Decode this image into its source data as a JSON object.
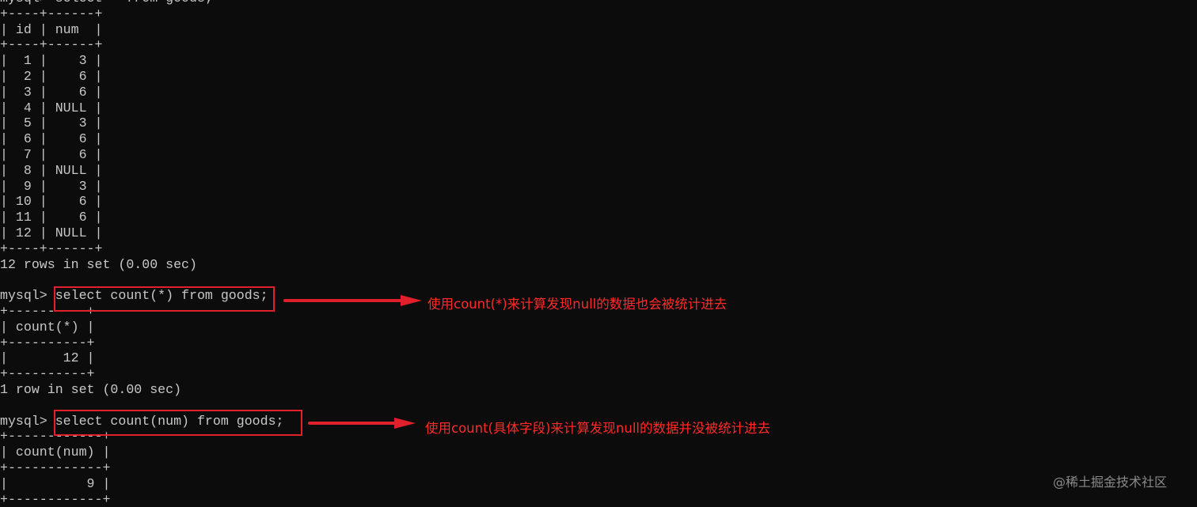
{
  "terminal": {
    "lines": [
      "mysql> select * from goods;",
      "+----+------+",
      "| id | num  |",
      "+----+------+",
      "|  1 |    3 |",
      "|  2 |    6 |",
      "|  3 |    6 |",
      "|  4 | NULL |",
      "|  5 |    3 |",
      "|  6 |    6 |",
      "|  7 |    6 |",
      "|  8 | NULL |",
      "|  9 |    3 |",
      "| 10 |    6 |",
      "| 11 |    6 |",
      "| 12 | NULL |",
      "+----+------+",
      "12 rows in set (0.00 sec)",
      "",
      "mysql> select count(*) from goods;",
      "+----------+",
      "| count(*) |",
      "+----------+",
      "|       12 |",
      "+----------+",
      "1 row in set (0.00 sec)",
      "",
      "mysql> select count(num) from goods;",
      "+------------+",
      "| count(num) |",
      "+------------+",
      "|          9 |",
      "+------------+"
    ]
  },
  "annotations": {
    "color": "#e0202a",
    "note1": "使用count(*)来计算发现null的数据也会被统计进去",
    "note2": "使用count(具体字段)来计算发现null的数据并没被统计进去"
  },
  "watermark": "@稀土掘金技术社区"
}
